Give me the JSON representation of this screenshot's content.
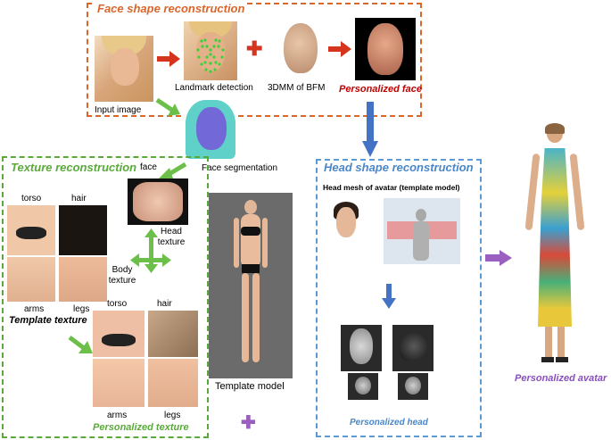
{
  "sections": {
    "face_shape": {
      "title": "Face shape reconstruction",
      "color": "#d9662a"
    },
    "texture": {
      "title": "Texture reconstruction",
      "color": "#5aaa3a"
    },
    "head_shape": {
      "title": "Head shape reconstruction",
      "color": "#5b9bd5"
    }
  },
  "labels": {
    "input_image": "Input image",
    "landmark_detection": "Landmark detection",
    "bfm": "3DMM of BFM",
    "personalized_face": "Personalized face",
    "face_segmentation": "Face segmentation",
    "face": "face",
    "torso": "torso",
    "hair": "hair",
    "head_texture": "Head\ntexture",
    "body_texture": "Body\ntexture",
    "arms": "arms",
    "legs": "legs",
    "template_texture": "Template texture",
    "torso2": "torso",
    "hair2": "hair",
    "arms2": "arms",
    "legs2": "legs",
    "personalized_texture": "Personalized texture",
    "template_model": "Template model",
    "head_mesh": "Head mesh of avatar (template model)",
    "personalized_head": "Personalized head",
    "personalized_avatar": "Personalized avatar"
  },
  "colors": {
    "red_arrow": "#d4351c",
    "green_arrow": "#6cc04a",
    "blue_arrow": "#4472c4",
    "purple_arrow": "#9b5fc0",
    "personalized_face_text": "#c00000",
    "personalized_texture_text": "#5aaa3a",
    "personalized_head_text": "#4a86c8",
    "personalized_avatar_text": "#8a4fbf"
  }
}
